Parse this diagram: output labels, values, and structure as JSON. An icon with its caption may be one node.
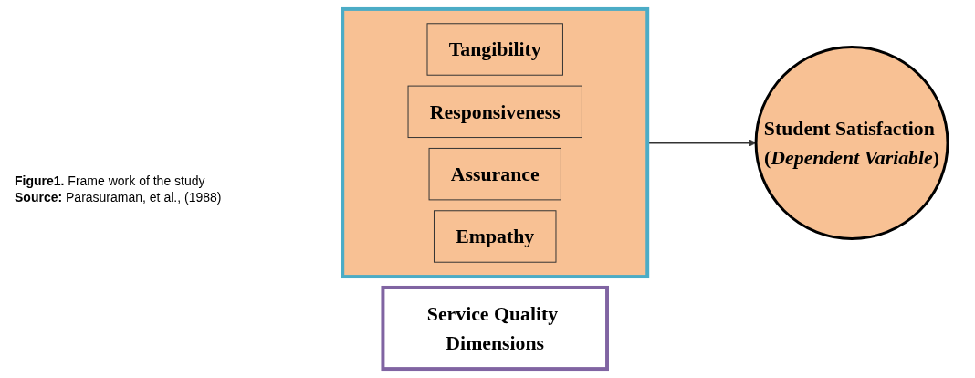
{
  "diagram": {
    "caption": "**Figure1.** Frame work of the study",
    "nodes": [
      {
        "text": [
          "Service Quality Dimensions"
        ]
      },
      {
        "text": [],
        "shape": "box"
      },
      {
        "text": [
          "Tangibility"
        ],
        "in": 1
      },
      {
        "text": [
          "Responsiveness"
        ],
        "in": 1
      },
      {
        "text": [
          "Assurance"
        ],
        "in": 1
      },
      {
        "text": [
          "Empathy"
        ],
        "in": 1
      },
      {
        "text": [
          "Student Satisfaction (*Dependent Variable*)"
        ]
      }
    ],
    "edges": [
      {
        "from": 1,
        "to": 6,
        "arrow": "to"
      }
    ],
    "labels": [
      "**Source:** Parasuraman, et al., (1988)"
    ]
  }
}
